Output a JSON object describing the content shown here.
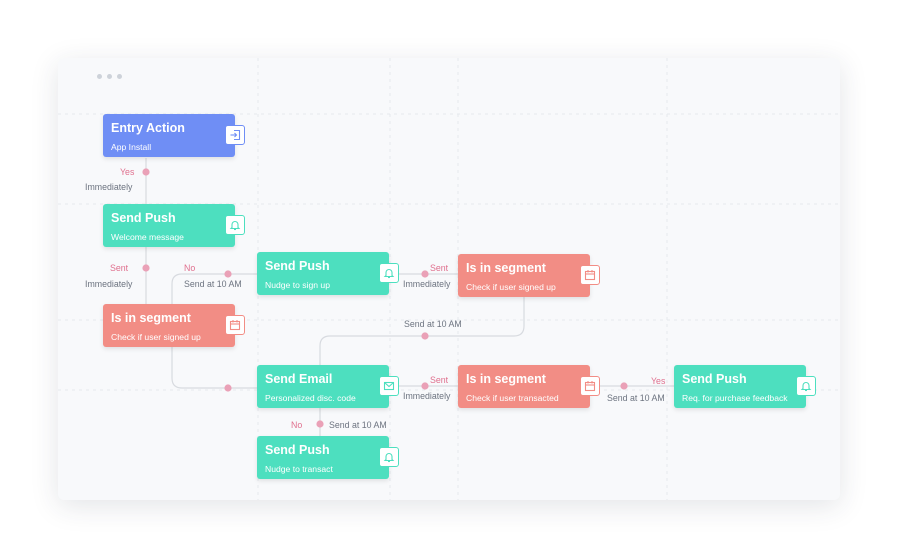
{
  "colors": {
    "entry": "#6f8ef5",
    "push": "#4ddfbf",
    "segment": "#f28d85",
    "connector": "#d8dbe0",
    "connector_dot": "#eaa1b7",
    "label_pink": "#e0708e",
    "label_gray": "#6d7480"
  },
  "nodes": {
    "entry": {
      "title": "Entry Action",
      "subtitle": "App Install",
      "icon": "entry-icon"
    },
    "push_welcome": {
      "title": "Send Push",
      "subtitle": "Welcome message",
      "icon": "bell-icon"
    },
    "segment_signed_up_1": {
      "title": "Is in segment",
      "subtitle": "Check if user signed up",
      "icon": "calendar-icon"
    },
    "push_nudge_signup": {
      "title": "Send Push",
      "subtitle": "Nudge to sign up",
      "icon": "bell-icon"
    },
    "segment_signed_up_2": {
      "title": "Is in segment",
      "subtitle": "Check if user signed up",
      "icon": "calendar-icon"
    },
    "email_personalized": {
      "title": "Send Email",
      "subtitle": "Personalized disc. code",
      "icon": "mail-icon"
    },
    "segment_transacted": {
      "title": "Is in segment",
      "subtitle": "Check if user transacted",
      "icon": "calendar-icon"
    },
    "push_feedback": {
      "title": "Send Push",
      "subtitle": "Req. for purchase feedback",
      "icon": "bell-icon"
    },
    "push_nudge_transact": {
      "title": "Send Push",
      "subtitle": "Nudge to transact",
      "icon": "bell-icon"
    }
  },
  "labels": {
    "yes_1": "Yes",
    "immediately_1": "Immediately",
    "sent_1": "Sent",
    "immediately_2": "Immediately",
    "no_1": "No",
    "send_at_1": "Send at 10 AM",
    "sent_2": "Sent",
    "immediately_3": "Immediately",
    "send_at_2": "Send at 10 AM",
    "sent_3": "Sent",
    "immediately_4": "Immediately",
    "send_at_3": "Send at 10 AM",
    "yes_2": "Yes",
    "no_2": "No",
    "send_at_4": "Send at 10 AM"
  }
}
